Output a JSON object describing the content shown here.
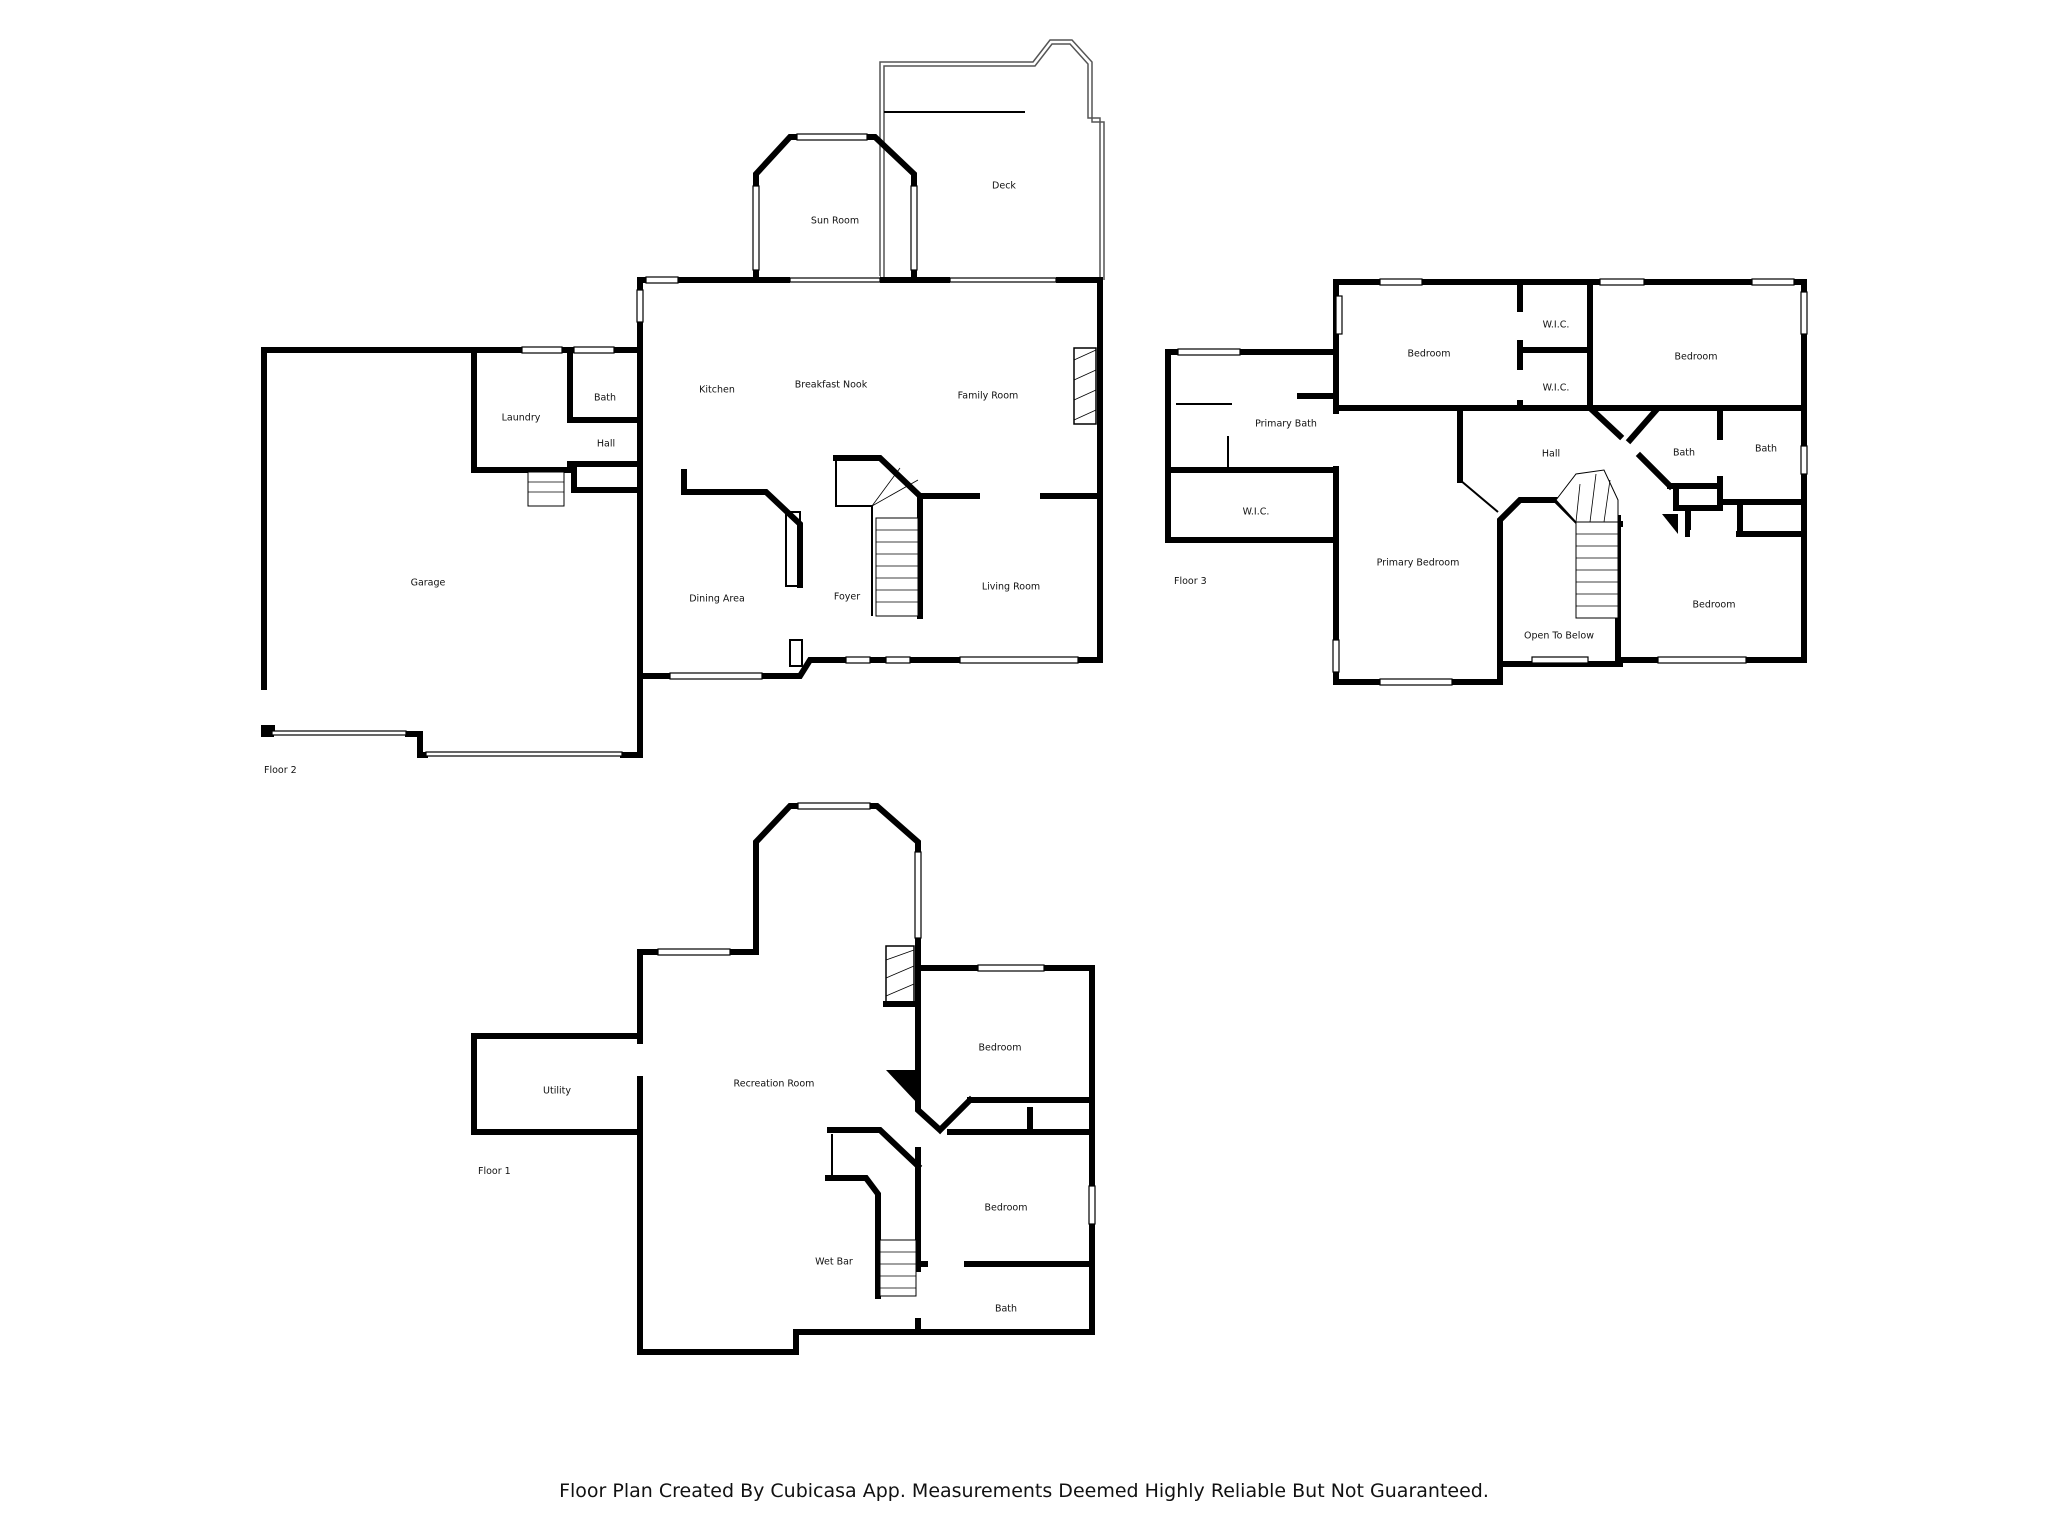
{
  "floors": {
    "floor2": {
      "label": "Floor 2",
      "rooms": {
        "deck": "Deck",
        "sun_room": "Sun Room",
        "kitchen": "Kitchen",
        "breakfast_nook": "Breakfast Nook",
        "family_room": "Family Room",
        "bath": "Bath",
        "laundry": "Laundry",
        "hall": "Hall",
        "garage": "Garage",
        "dining_area": "Dining Area",
        "foyer": "Foyer",
        "living_room": "Living Room"
      }
    },
    "floor3": {
      "label": "Floor 3",
      "rooms": {
        "bedroom_nw": "Bedroom",
        "wic_top": "W.I.C.",
        "wic_mid": "W.I.C.",
        "bedroom_ne": "Bedroom",
        "primary_bath": "Primary Bath",
        "wic_left": "W.I.C.",
        "hall": "Hall",
        "bath_left": "Bath",
        "bath_right": "Bath",
        "primary_bedroom": "Primary Bedroom",
        "open_to_below": "Open To Below",
        "bedroom_se": "Bedroom"
      }
    },
    "floor1": {
      "label": "Floor 1",
      "rooms": {
        "utility": "Utility",
        "recreation_room": "Recreation Room",
        "bedroom_top": "Bedroom",
        "bedroom_mid": "Bedroom",
        "wet_bar": "Wet Bar",
        "bath": "Bath"
      }
    }
  },
  "footer": {
    "disclaimer": "Floor Plan Created By Cubicasa App. Measurements Deemed Highly Reliable But Not Guaranteed."
  }
}
